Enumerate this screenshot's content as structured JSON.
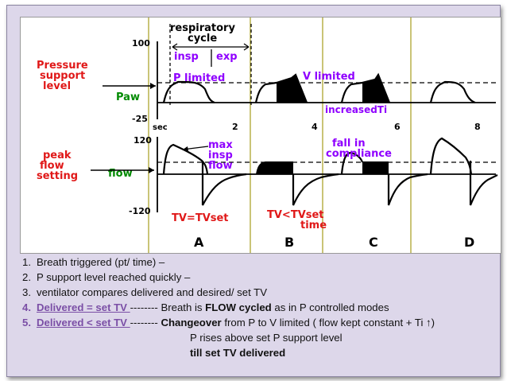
{
  "figure": {
    "top_labels": {
      "cycle_line1": "respiratory",
      "cycle_line2": "cycle",
      "insp": "insp",
      "exp": "exp"
    },
    "left_labels": {
      "pressure_support": [
        "Pressure",
        "support",
        "level"
      ],
      "peak_flow": [
        "peak",
        "flow",
        "setting"
      ],
      "paw": "Paw",
      "flow": "flow"
    },
    "axis": {
      "p_top": "100",
      "p_bottom": "-25",
      "f_top": "120",
      "f_bottom": "-120",
      "sec": "sec",
      "ticks": [
        "2",
        "4",
        "6",
        "8"
      ]
    },
    "annotations": {
      "p_limited": "P limited",
      "v_limited": "V limited",
      "increased_ti": "increasedTi",
      "max_insp_flow": [
        "max",
        "insp",
        "flow"
      ],
      "fall_in_compliance": [
        "fall in",
        "compliance"
      ],
      "tv_equal": "TV=TVset",
      "tv_less_line1": "TV<TVset",
      "tv_less_line2": "time"
    },
    "panels": [
      "A",
      "B",
      "C",
      "D"
    ],
    "colors": {
      "red": "#e01818",
      "purple": "#8f00ff",
      "green": "#008a00",
      "olive": "#b8b04a",
      "black": "#000000"
    }
  },
  "notes": [
    {
      "num": "1.",
      "text": "Breath triggered (pt/ time) –"
    },
    {
      "num": "2.",
      "text": " P support level reached quickly –"
    },
    {
      "num": "3.",
      "text": "ventilator compares delivered and desired/ set TV"
    },
    {
      "num": "4.",
      "lead": "Delivered = set TV ",
      "dashes": "-------- Breath is ",
      "bold": "FLOW cycled",
      "rest": " as in P controlled modes"
    },
    {
      "num": "5.",
      "lead": "Delivered < set TV ",
      "dashes": "-------- ",
      "bold": "Changeover",
      "rest": " from P to V limited ( flow kept constant + Ti ↑)"
    },
    {
      "cont": "P rises above set P support level"
    },
    {
      "cont_bold": "till set TV delivered"
    }
  ]
}
